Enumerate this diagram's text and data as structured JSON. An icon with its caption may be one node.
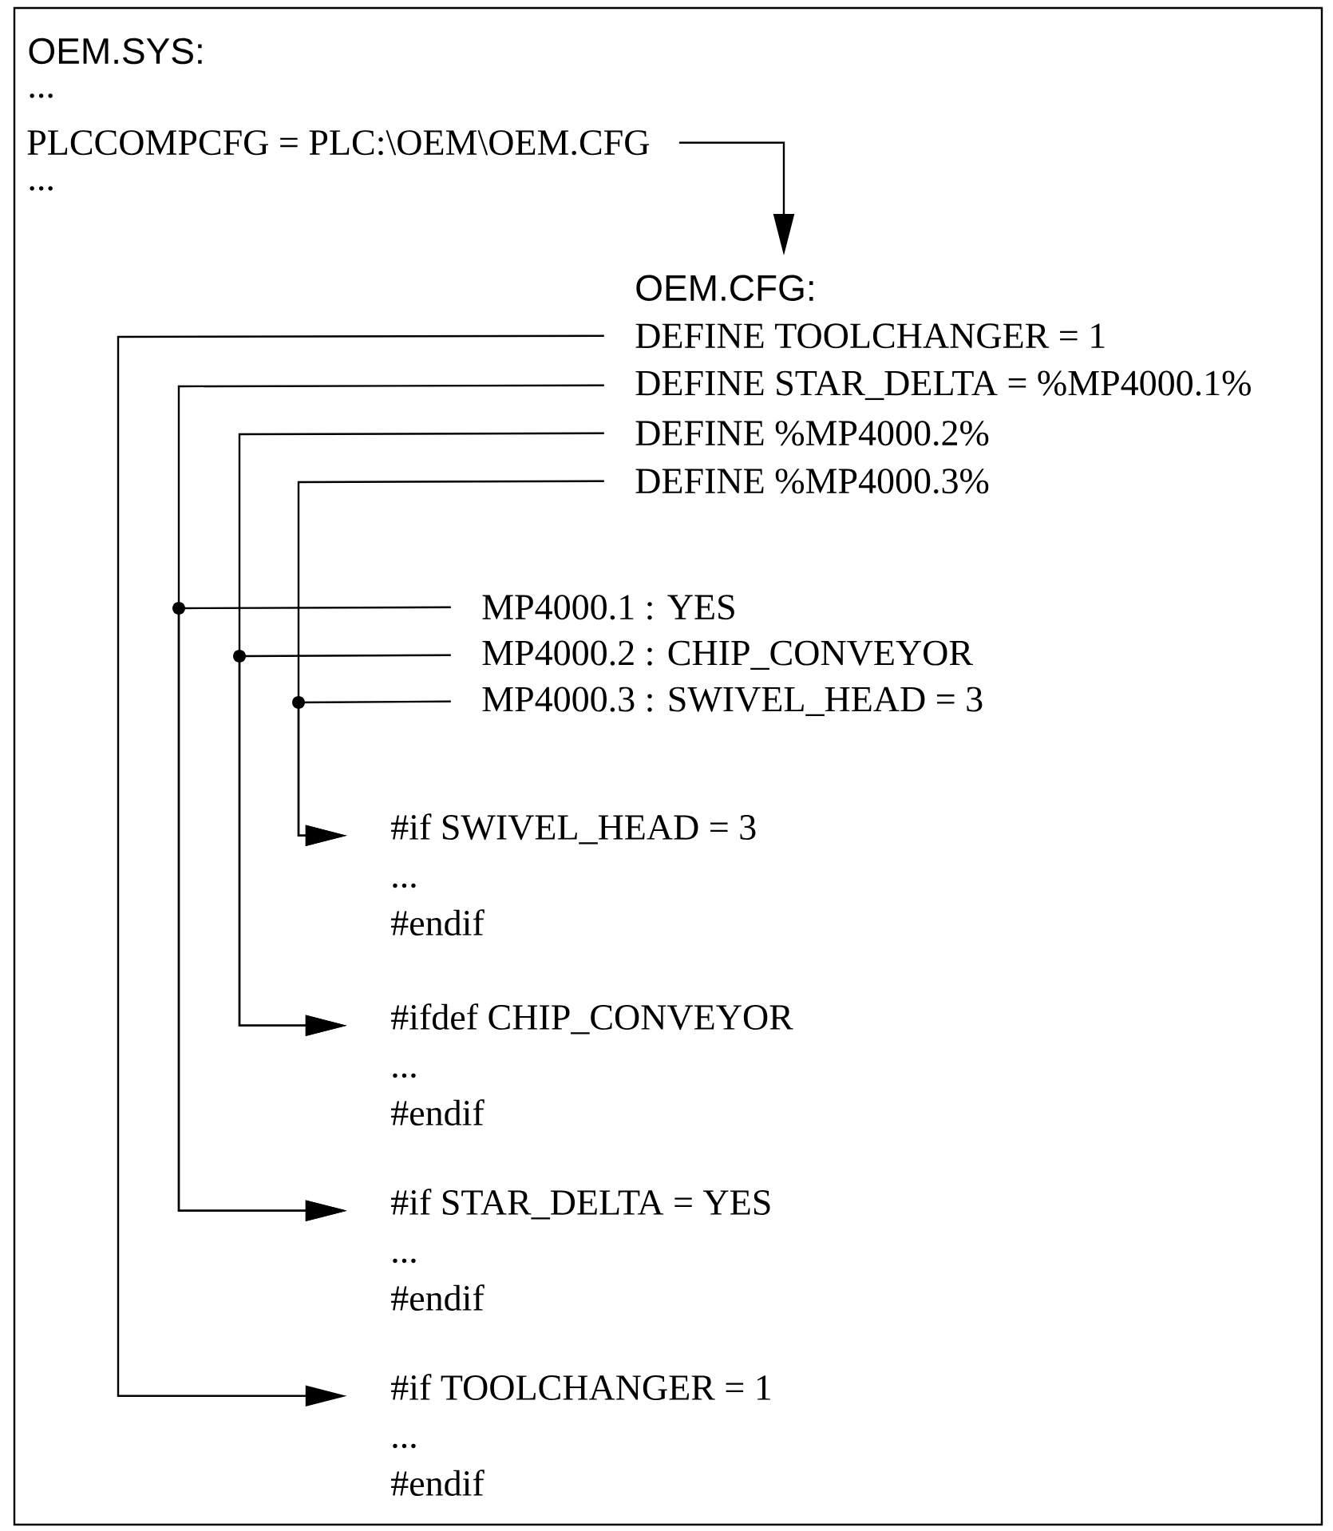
{
  "diagram": {
    "nodes": [
      {
        "text": [
          "OEM.SYS:"
        ]
      },
      {
        "text": [
          "PLCCOMPCFG = PLC:\\OEM\\OEM.CFG"
        ],
        "in": 0
      },
      {
        "text": [
          "OEM.CFG:"
        ],
        "in": 0
      },
      {
        "text": [
          "DEFINE TOOLCHANGER = 1"
        ],
        "in": 0
      },
      {
        "text": [
          "DEFINE  STAR_DELTA = %MP4000.1%"
        ],
        "in": 0
      },
      {
        "text": [
          "DEFINE %MP4000.2%"
        ],
        "in": 0
      },
      {
        "text": [
          "DEFINE %MP4000.3%"
        ],
        "in": 0
      },
      {
        "text": [
          "MP4000.1 : YES"
        ],
        "in": 0
      },
      {
        "text": [
          "MP4000.2 : CHIP_CONVEYOR"
        ],
        "in": 0
      },
      {
        "text": [
          "MP4000.3 : SWIVEL_HEAD = 3"
        ],
        "in": 0
      },
      {
        "text": [
          "#if SWIVEL_HEAD = 3",
          "...",
          "#endif"
        ],
        "in": 0
      },
      {
        "text": [
          "#ifdef CHIP_CONVEYOR",
          "...",
          "#endif"
        ],
        "in": 0
      },
      {
        "text": [
          "#if STAR_DELTA = YES",
          "...",
          "#endif"
        ],
        "in": 0
      },
      {
        "text": [
          "#if TOOLCHANGER = 1",
          "...",
          "#endif"
        ],
        "in": 0
      }
    ],
    "edges": [
      {
        "from": 1,
        "to": 2,
        "arrow": "to"
      },
      {
        "from": 3,
        "to": 13,
        "arrow": "to"
      },
      {
        "from": 4,
        "to": 12,
        "arrow": "to"
      },
      {
        "from": 7,
        "to": 12,
        "arrow": "to"
      },
      {
        "from": 5,
        "to": 11,
        "arrow": "to"
      },
      {
        "from": 8,
        "to": 11,
        "arrow": "to"
      },
      {
        "from": 6,
        "to": 10,
        "arrow": "to"
      },
      {
        "from": 9,
        "to": 10,
        "arrow": "to"
      }
    ],
    "labels": [
      "...",
      "..."
    ]
  }
}
